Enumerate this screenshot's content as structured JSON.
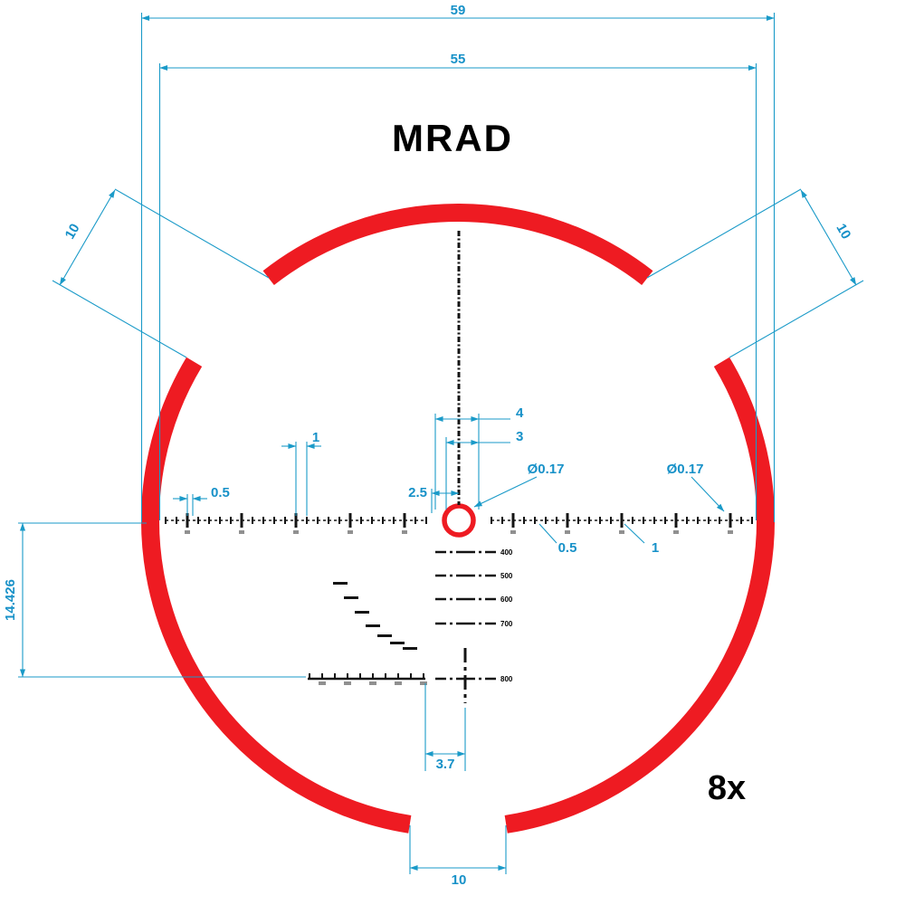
{
  "title": "MRAD",
  "magnification": "8x",
  "colors": {
    "dimension": "#1a9ac8",
    "reticle_red": "#ee1b22",
    "reticle_black": "#141414"
  },
  "dimensions": {
    "outer_diameter": "59",
    "inner_diameter": "55",
    "left_post_width": "10",
    "right_post_width": "10",
    "drop_height": "14.426",
    "bottom_offset": "3.7",
    "stem_width": "10",
    "subtension_4": "4",
    "subtension_3": "3",
    "subtension_2_5": "2.5",
    "tick_spacing_1_left": "1",
    "tick_spacing_0_5_left": "0.5",
    "center_circle_diameter": "Ø0.17",
    "line_thickness": "Ø0.17",
    "tick_spacing_0_5_right": "0.5",
    "tick_spacing_1_right": "1"
  },
  "tree_labels": [
    "400",
    "500",
    "600",
    "700",
    "800"
  ]
}
